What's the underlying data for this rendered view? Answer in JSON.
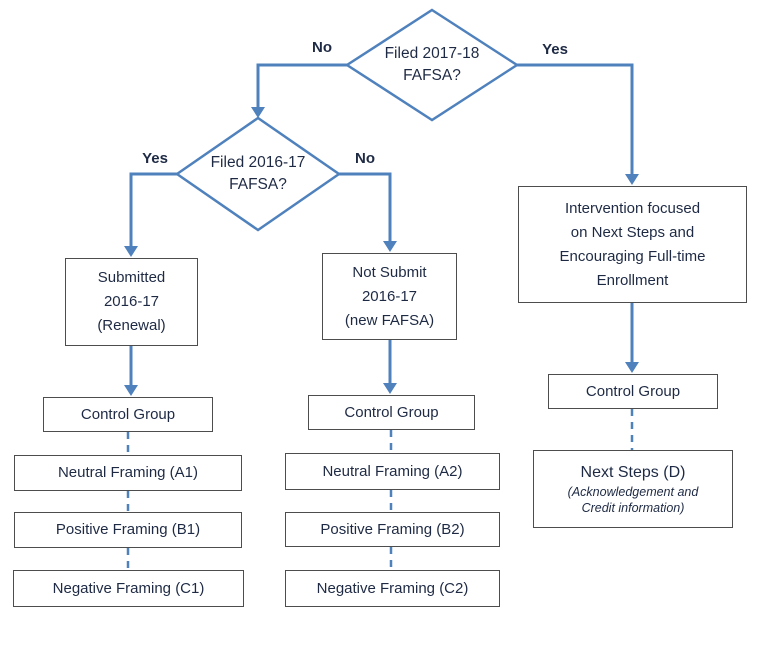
{
  "colors": {
    "line": "#4f81bd",
    "border": "#4d4d4d",
    "text": "#1e2a44",
    "bg": "#ffffff"
  },
  "diagram": {
    "decision1": {
      "question": "Filed 2017-18\nFAFSA?",
      "no": "No",
      "yes": "Yes"
    },
    "decision2": {
      "question": "Filed 2016-17\nFAFSA?",
      "yes": "Yes",
      "no": "No"
    },
    "renewal_branch": {
      "header": "Submitted\n2016-17\n(Renewal)",
      "control": "Control Group",
      "arms": [
        "Neutral Framing (A1)",
        "Positive Framing (B1)",
        "Negative Framing (C1)"
      ]
    },
    "new_branch": {
      "header": "Not Submit\n2016-17\n(new FAFSA)",
      "control": "Control Group",
      "arms": [
        "Neutral Framing (A2)",
        "Positive Framing (B2)",
        "Negative Framing (C2)"
      ]
    },
    "filed_branch": {
      "header": "Intervention focused\non Next Steps and\nEncouraging Full-time\nEnrollment",
      "control": "Control Group",
      "treatment_title": "Next Steps (D)",
      "treatment_subtitle": "(Acknowledgement and\nCredit information)"
    }
  }
}
